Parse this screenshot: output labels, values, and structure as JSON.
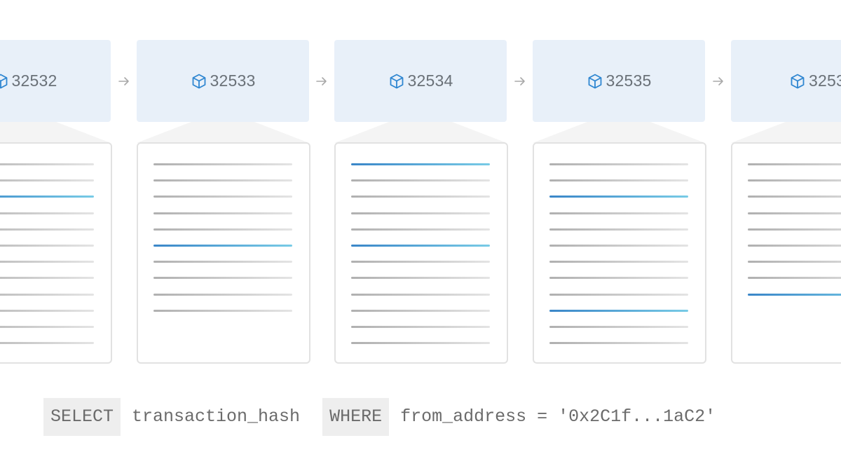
{
  "blocks": [
    {
      "number": "32532",
      "highlighted_lines": [
        3
      ]
    },
    {
      "number": "32533",
      "highlighted_lines": [
        6
      ]
    },
    {
      "number": "32534",
      "highlighted_lines": [
        1,
        6
      ]
    },
    {
      "number": "32535",
      "highlighted_lines": [
        3,
        10
      ]
    },
    {
      "number": "3253",
      "highlighted_lines": [
        9
      ]
    }
  ],
  "icons": {
    "block": "cube-icon",
    "link": "arrow-right-icon"
  },
  "colors": {
    "block_bg": "#e8f0f9",
    "accent": "#3a86c8",
    "accent_end": "#78cbe6",
    "line": "#b0b0b0",
    "keyword_bg": "#eeeeee"
  },
  "query": {
    "select_keyword": "SELECT",
    "select_field": "transaction_hash",
    "where_keyword": "WHERE",
    "where_clause": "from_address = '0x2C1f...1aC2'"
  }
}
